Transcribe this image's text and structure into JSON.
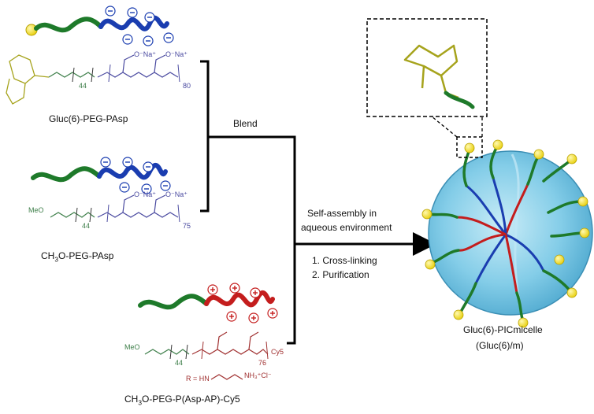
{
  "polymer_1": {
    "name": "Gluc(6)-PEG-PAsp",
    "peg_repeat": "44",
    "pasp_repeat": "80",
    "carboxylate": "O⁻Na⁺"
  },
  "polymer_2": {
    "name_prefix": "CH",
    "name_sub": "3",
    "name_suffix": "O-PEG-PAsp",
    "peg_repeat": "44",
    "pasp_repeat": "75",
    "methoxy": "MeO",
    "carboxylate": "O⁻Na⁺"
  },
  "polymer_3": {
    "name_prefix": "CH",
    "name_sub": "3",
    "name_suffix": "O-PEG-P(Asp-AP)-Cy5",
    "peg_repeat": "44",
    "backbone_repeat": "76",
    "methoxy": "MeO",
    "dye": "Cy5",
    "r_group": "R = HN",
    "ammonium": "NH₃⁺Cl⁻"
  },
  "labels": {
    "blend": "Blend",
    "self_assembly_line1": "Self-assembly in",
    "self_assembly_line2": "aqueous environment",
    "step1": "1. Cross-linking",
    "step2": "2. Purification",
    "product_name": "Gluc(6)-PICmicelle",
    "product_abbrev": "(Gluc(6)/m)"
  },
  "colors": {
    "peg_chain": "#1e7a2a",
    "polyanion": "#1a3db0",
    "polycation": "#c41d1d",
    "glucose": "#a6a31c",
    "end_bead": "#f2e022",
    "micelle_core": "#7ec8e6",
    "pasp_text": "#4a4aa0",
    "cation_text": "#a03030"
  }
}
